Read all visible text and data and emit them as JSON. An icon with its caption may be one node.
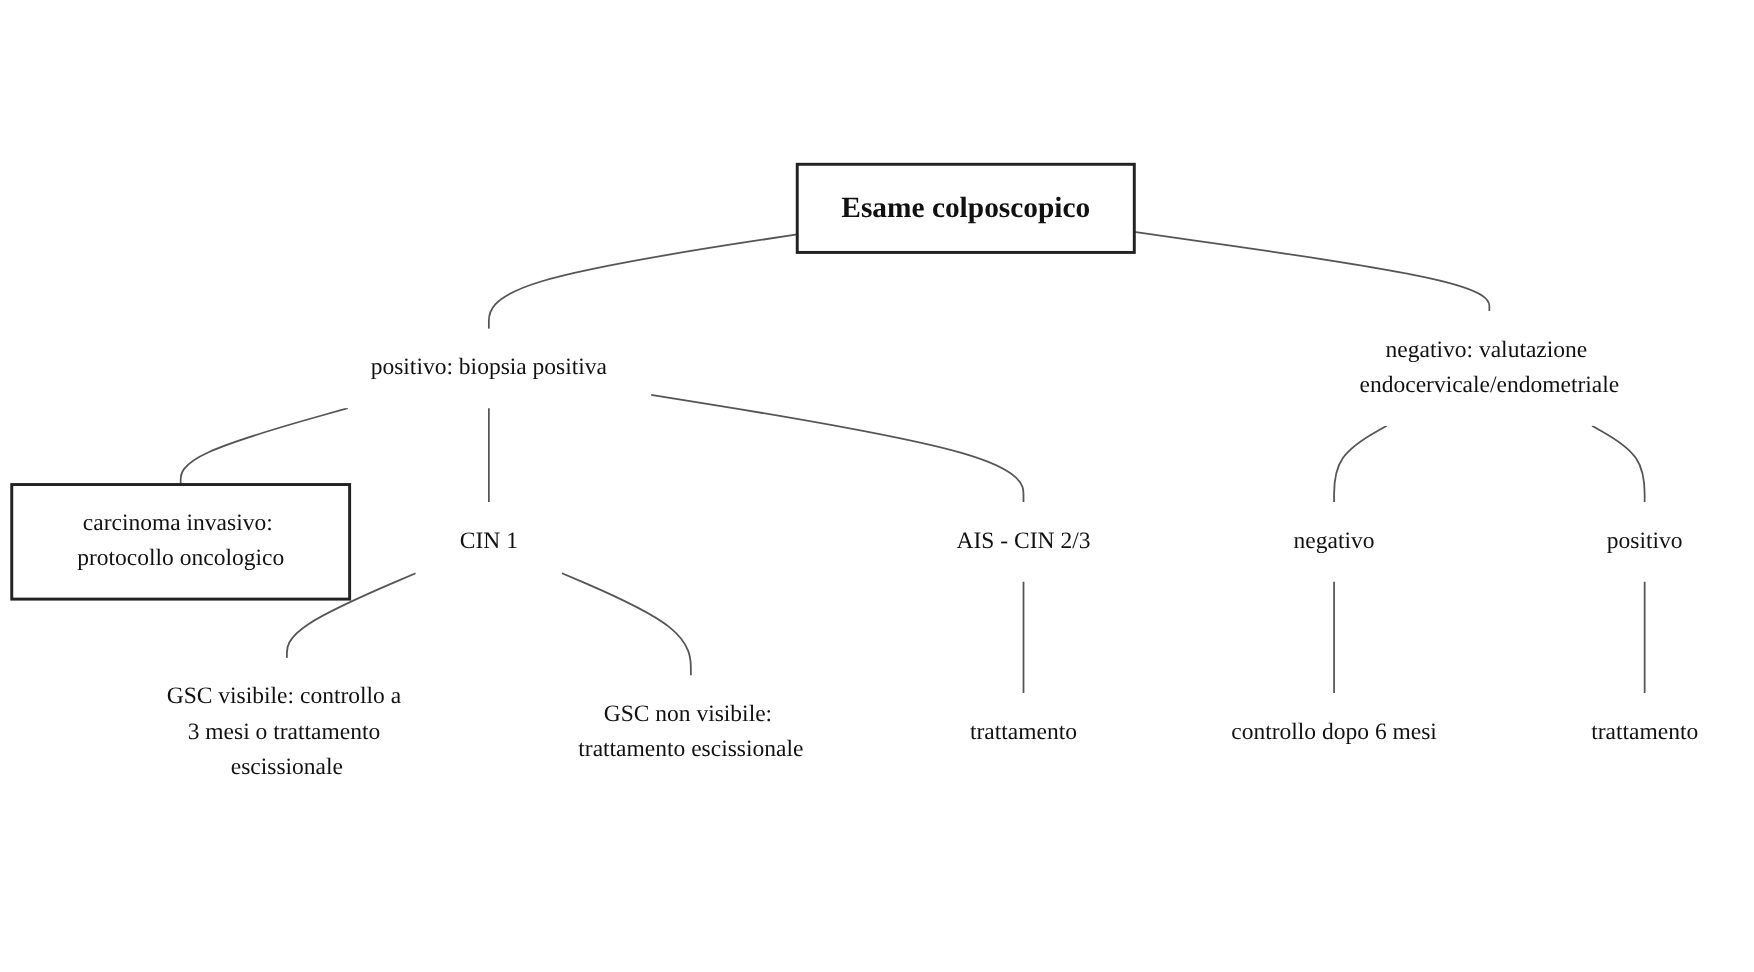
{
  "diagram": {
    "nodes": [
      {
        "text": [
          "Esame colposcopico"
        ]
      },
      {
        "text": [
          "carcinoma invasivo: protocollo oncologico"
        ]
      },
      {
        "text": [
          "positivo: biopsia positiva"
        ]
      },
      {
        "text": [
          "negativo: valutazione endocervicale/endometriale"
        ]
      },
      {
        "text": [
          "CIN 1"
        ]
      },
      {
        "text": [
          "AIS - CIN 2/3"
        ]
      },
      {
        "text": [
          "GSC visibile: controllo a 3 mesi o trattamento escissionale"
        ]
      },
      {
        "text": [
          "GSC non visibile: trattamento escissionale"
        ]
      },
      {
        "text": [
          "trattamento"
        ]
      },
      {
        "text": [
          "negativo"
        ]
      },
      {
        "text": [
          "positivo"
        ]
      },
      {
        "text": [
          "controllo dopo 6 mesi"
        ]
      },
      {
        "text": [
          "trattamento"
        ]
      }
    ],
    "edges": [
      {
        "from": 0,
        "to": 2,
        "arrow": "none"
      },
      {
        "from": 0,
        "to": 3,
        "arrow": "none"
      },
      {
        "from": 2,
        "to": 1,
        "arrow": "none"
      },
      {
        "from": 2,
        "to": 4,
        "arrow": "none"
      },
      {
        "from": 2,
        "to": 5,
        "arrow": "none"
      },
      {
        "from": 4,
        "to": 6,
        "arrow": "none"
      },
      {
        "from": 4,
        "to": 7,
        "arrow": "none"
      },
      {
        "from": 5,
        "to": 8,
        "arrow": "none"
      },
      {
        "from": 3,
        "to": 9,
        "arrow": "none"
      },
      {
        "from": 3,
        "to": 10,
        "arrow": "none"
      },
      {
        "from": 9,
        "to": 11,
        "arrow": "none"
      },
      {
        "from": 10,
        "to": 12,
        "arrow": "none"
      }
    ]
  }
}
